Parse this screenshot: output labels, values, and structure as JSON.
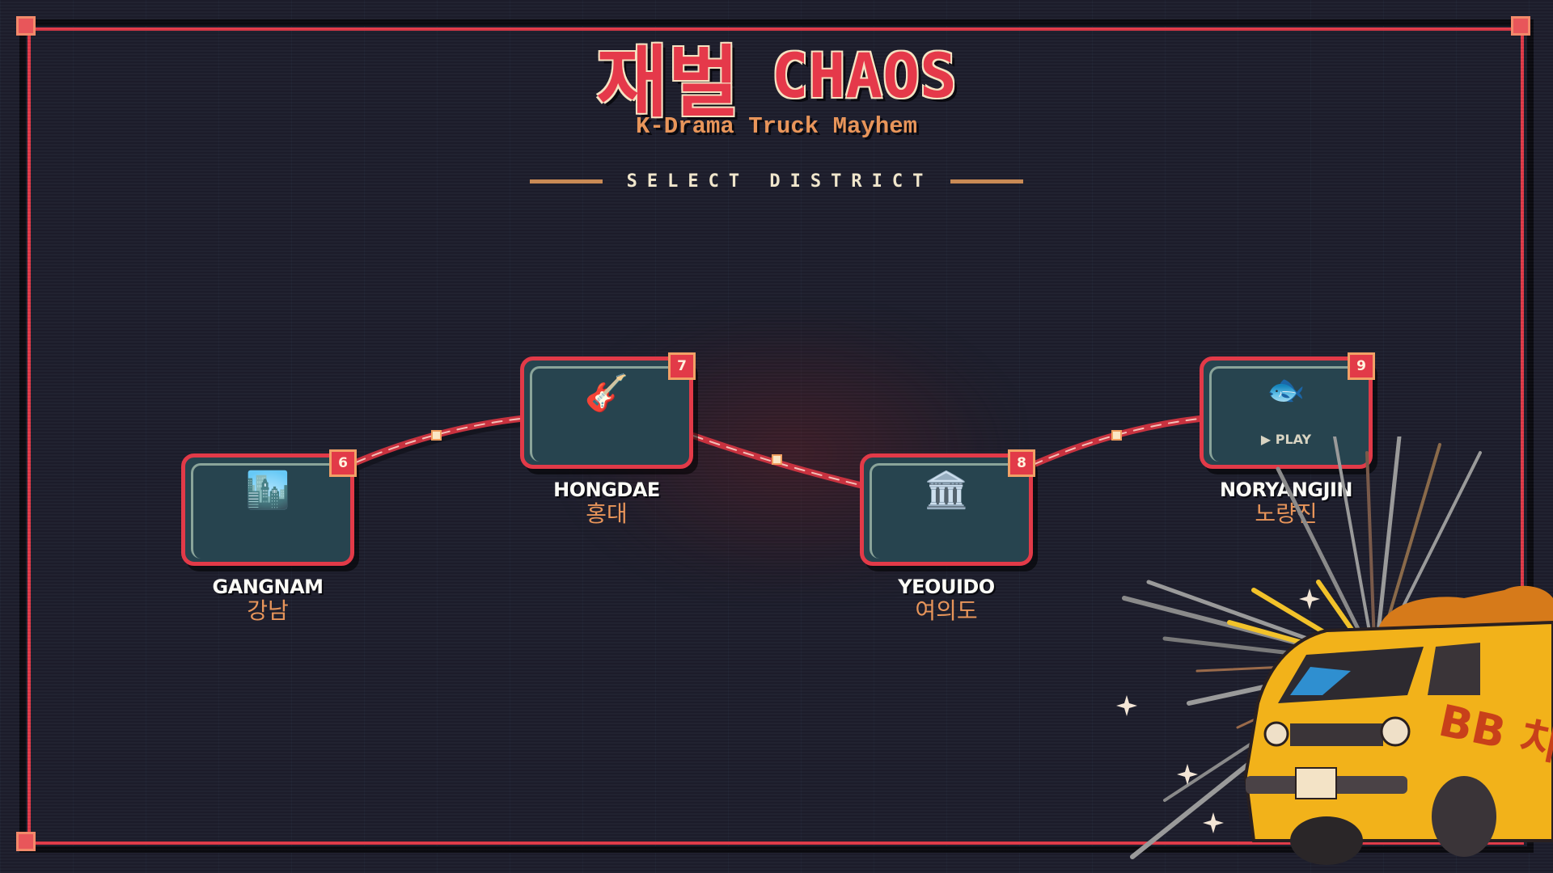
{
  "title": {
    "korean": "재벌",
    "english": "CHAOS"
  },
  "subtitle": "K-Drama Truck Mayhem",
  "section_heading": "SELECT DISTRICT",
  "districts": [
    {
      "number": "6",
      "name": "GANGNAM",
      "korean": "강남",
      "icon": "cityscape-icon",
      "glyph": "🏙️"
    },
    {
      "number": "7",
      "name": "HONGDAE",
      "korean": "홍대",
      "icon": "guitar-icon",
      "glyph": "🎸"
    },
    {
      "number": "8",
      "name": "YEOUIDO",
      "korean": "여의도",
      "icon": "classical-building-icon",
      "glyph": "🏛️"
    },
    {
      "number": "9",
      "name": "NORYANGJIN",
      "korean": "노량진",
      "icon": "fish-icon",
      "glyph": "🐟",
      "play_label": "▶ PLAY"
    }
  ],
  "truck_lettering": "BB 치킨",
  "colors": {
    "accent": "#e23a48",
    "orange": "#e8955a",
    "card": "#27444f",
    "background": "#1d1e2c",
    "truck": "#f2b21a"
  }
}
